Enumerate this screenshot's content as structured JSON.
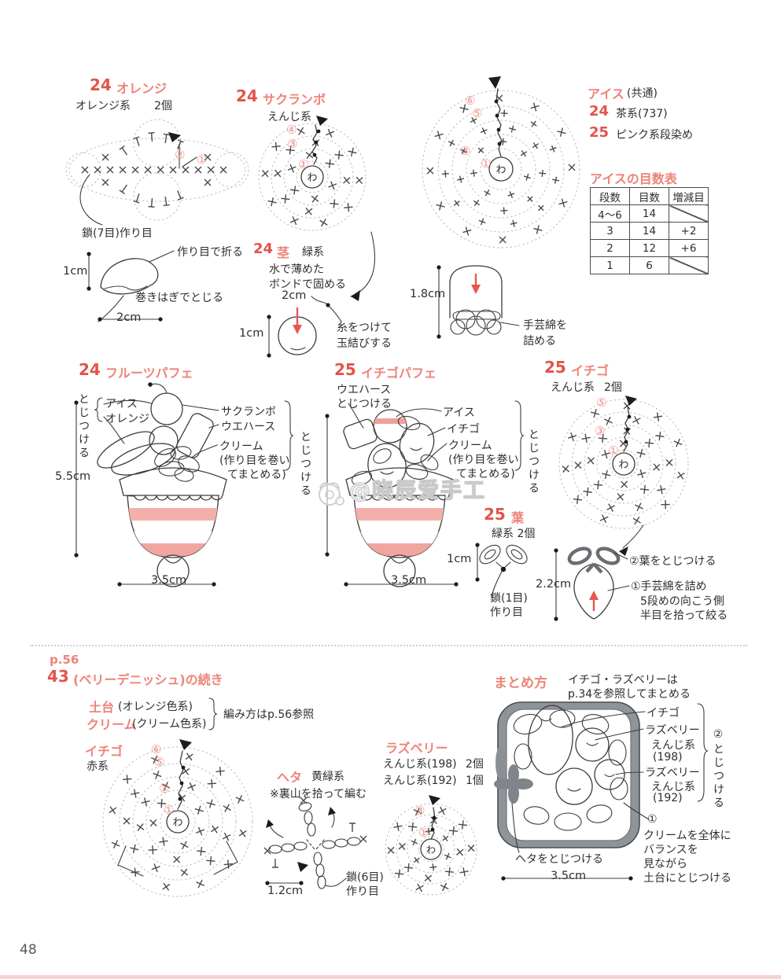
{
  "page_number": "48",
  "watermark": "@晓辰爱手工",
  "orange": {
    "num": "24",
    "title": "オレンジ",
    "spec": "オレンジ系",
    "count": "2個",
    "n2": "②",
    "n1": "①",
    "cast": "鎖(7目)作り目",
    "fold": "作り目で折る",
    "seam": "巻きはぎでとじる",
    "h": "1cm",
    "w": "2cm"
  },
  "cherry": {
    "num": "24",
    "title": "サクランボ",
    "spec": "えんじ系",
    "n4": "④",
    "n3": "③",
    "n1": "①",
    "center": "わ"
  },
  "stem": {
    "num": "24",
    "title": "茎",
    "spec": "緑系",
    "note1": "水で薄めた",
    "note2": "ボンドで固める",
    "w": "2cm",
    "h": "1cm",
    "knot1": "糸をつけて",
    "knot2": "玉結びする"
  },
  "ice": {
    "title": "アイス",
    "common": "(共通)",
    "num24": "24",
    "spec24": "茶系(737)",
    "num25": "25",
    "spec25": "ピンク系段染め",
    "n6": "⑥",
    "n5": "⑤",
    "n3": "③",
    "n1": "①",
    "center": "わ",
    "dome_h": "1.8cm",
    "stuff1": "手芸綿を",
    "stuff2": "詰める",
    "table": {
      "title": "アイスの目数表",
      "h0": "段数",
      "h1": "目数",
      "h2": "増減目",
      "rows": [
        [
          "4〜6",
          "14",
          ""
        ],
        [
          "3",
          "14",
          "+2"
        ],
        [
          "2",
          "12",
          "+6"
        ],
        [
          "1",
          "6",
          ""
        ]
      ]
    }
  },
  "parfait24": {
    "num": "24",
    "title": "フルーツパフェ",
    "attach_l": "とじつける",
    "item1": "アイス",
    "item2": "オレンジ",
    "lbl_cherry": "サクランボ",
    "lbl_wafer": "ウエハース",
    "lbl_cream1": "クリーム",
    "lbl_cream2": "(作り目を巻い",
    "lbl_cream3": "てまとめる)",
    "attach_r": "とじつける",
    "h": "5.5cm",
    "w": "3.5cm"
  },
  "parfait25": {
    "num": "25",
    "title": "イチゴパフェ",
    "wafer1": "ウエハース",
    "wafer2": "とじつける",
    "lbl_ice": "アイス",
    "lbl_straw": "イチゴ",
    "lbl_cream1": "クリーム",
    "lbl_cream2": "(作り目を巻い",
    "lbl_cream3": "てまとめる)",
    "attach_r": "とじつける",
    "w": "3.5cm"
  },
  "strawberry": {
    "num": "25",
    "title": "イチゴ",
    "spec": "えんじ系",
    "count": "2個",
    "n5": "⑤",
    "n3": "③",
    "n1": "①",
    "center": "わ"
  },
  "leaf": {
    "num": "25",
    "title": "葉",
    "spec": "緑系 2個",
    "h": "1cm",
    "cast1": "鎖(1目)",
    "cast2": "作り目"
  },
  "sberry_fin": {
    "h": "2.2cm",
    "step2": "②葉をとじつける",
    "step1a": "①手芸綿を詰め",
    "step1b": "5段めの向こう側",
    "step1c": "半目を拾って絞る"
  },
  "danish": {
    "pref": "p.56",
    "num": "43",
    "title": "(ベリーデニッシュ)の続き",
    "base": "土台",
    "base_spec": "(オレンジ色系)",
    "cream": "クリーム",
    "cream_spec": "(クリーム色系)",
    "ref": "編み方はp.56参照",
    "ichigo": "イチゴ",
    "ichigo_spec": "赤系",
    "n6": "⑥",
    "n5": "⑤",
    "n3": "③",
    "n1": "①",
    "center": "わ"
  },
  "heta": {
    "title": "ヘタ",
    "spec": "黄緑系",
    "note": "※裏山を拾って編む",
    "w": "1.2cm",
    "cast1": "鎖(6目)",
    "cast2": "作り目"
  },
  "rasp": {
    "title": "ラズベリー",
    "spec1": "えんじ系(198)",
    "count1": "2個",
    "spec2": "えんじ系(192)",
    "count2": "1個",
    "n3": "③",
    "n1": "①",
    "center": "わ"
  },
  "assembly": {
    "title": "まとめ方",
    "note1": "イチゴ・ラズベリーは",
    "note2": "p.34を参照してまとめる",
    "lbl_ichigo": "イチゴ",
    "lbl_r1a": "ラズベリー",
    "lbl_r1b": "えんじ系",
    "lbl_r1c": "(198)",
    "lbl_r2a": "ラズベリー",
    "lbl_r2b": "えんじ系",
    "lbl_r2c": "(192)",
    "attach": "②とじつける",
    "heta": "ヘタをとじつける",
    "w": "3.5cm",
    "s1a": "①",
    "s1b": "クリームを全体に",
    "s1c": "バランスを",
    "s1d": "見ながら",
    "s1e": "土台にとじつける"
  }
}
